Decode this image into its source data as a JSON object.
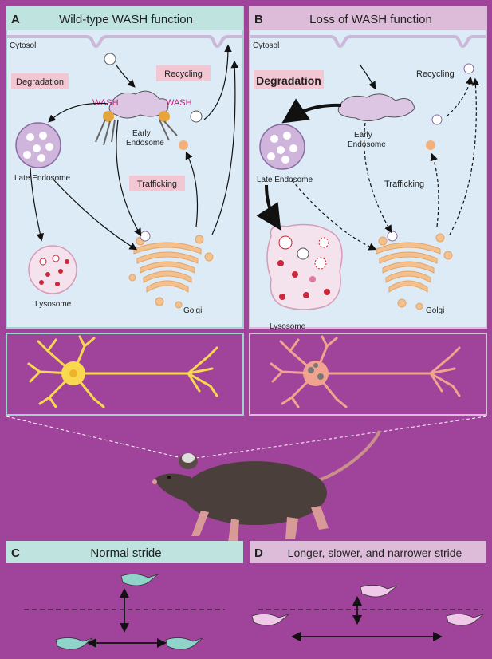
{
  "panel_a": {
    "letter": "A",
    "title": "Wild-type WASH function",
    "cytosol": "Cytosol",
    "degradation": "Degradation",
    "recycling": "Recycling",
    "wash": "WASH",
    "early_endosome_1": "Early",
    "early_endosome_2": "Endosome",
    "late_endosome": "Late Endosome",
    "trafficking": "Trafficking",
    "lysosome": "Lysosome",
    "golgi": "Golgi"
  },
  "panel_b": {
    "letter": "B",
    "title": "Loss of WASH function",
    "cytosol": "Cytosol",
    "degradation": "Degradation",
    "recycling": "Recycling",
    "early_endosome_1": "Early",
    "early_endosome_2": "Endosome",
    "late_endosome": "Late Endosome",
    "trafficking": "Trafficking",
    "lysosome": "Lysosome",
    "golgi": "Golgi"
  },
  "panel_c": {
    "letter": "C",
    "title": "Normal stride"
  },
  "panel_d": {
    "letter": "D",
    "title": "Longer, slower, and narrower stride"
  },
  "colors": {
    "background": "#a0439a",
    "panel_a_header": "#bfe4df",
    "panel_b_header": "#ddbcd9",
    "cell_fill": "#dcebf5",
    "golgi": "#f4c08e",
    "endosome_purple": "#ddc6e3",
    "label_box": "#f2c6d2",
    "wash_text": "#c0247a"
  }
}
